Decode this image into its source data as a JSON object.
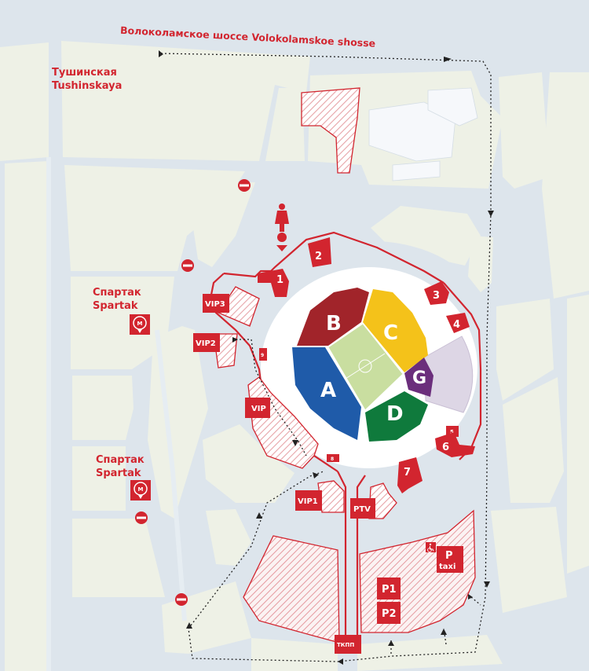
{
  "streets": {
    "volokolamskoe": "Волоколамское шоссе Volokolamskoe shosse"
  },
  "metro": {
    "tushinskaya_ru": "Тушинская",
    "tushinskaya_en": "Tushinskaya",
    "spartak1_ru": "Спартак",
    "spartak1_en": "Spartak",
    "spartak2_ru": "Спартак",
    "spartak2_en": "Spartak",
    "metro_glyph": "М"
  },
  "sectors": {
    "a": "A",
    "b": "B",
    "c": "C",
    "d": "D",
    "g": "G"
  },
  "gates": {
    "g1": "1",
    "g2": "2",
    "g3": "3",
    "g4": "4",
    "g5": "5",
    "g6": "6",
    "g7": "7",
    "g8": "8",
    "g9": "9"
  },
  "zones": {
    "vip1": "VIP1",
    "vip2": "VIP2",
    "vip3": "VIP3",
    "vip": "VIP",
    "ptv": "PTV",
    "p1": "P1",
    "p2": "P2",
    "taxi_p": "P",
    "taxi": "taxi",
    "tkpp": "ТКПП"
  },
  "icons": {
    "no_entry": "no-entry-icon",
    "metro": "metro-icon",
    "statue": "statue-icon",
    "wheelchair": "wheelchair-icon",
    "direction": "direction-arrow-icon"
  },
  "colors": {
    "accent_red": "#d2252f",
    "land": "#eef1e6",
    "road": "#dde5ec",
    "sector_a": "#1f5ba9",
    "sector_b": "#a1242a",
    "sector_c": "#f4c21a",
    "sector_d": "#0f7a3c",
    "sector_g": "#6b2e7c",
    "pitch": "#c9dea0",
    "away_zone": "#ddd6e5"
  }
}
